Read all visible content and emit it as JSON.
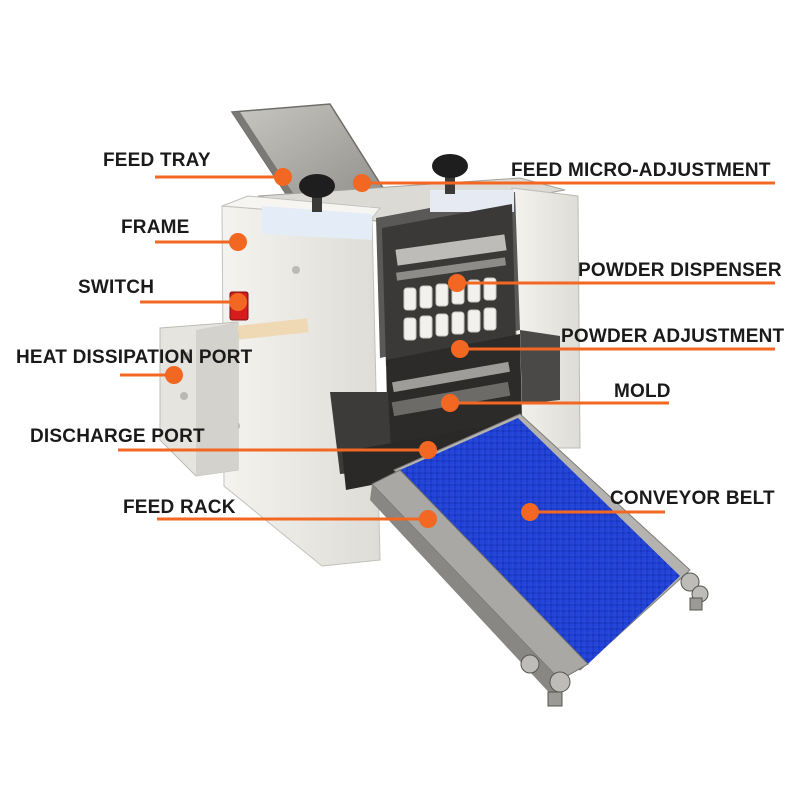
{
  "colors": {
    "accent": "#f26722",
    "belt": "#1d3fd6",
    "frame": "#ecebe6",
    "steel": "#9a9a98",
    "text": "#1a1a1a"
  },
  "callouts": [
    {
      "id": "feed-tray",
      "label": "FEED TRAY"
    },
    {
      "id": "frame",
      "label": "FRAME"
    },
    {
      "id": "switch",
      "label": "SWITCH"
    },
    {
      "id": "heat-dissipation-port",
      "label": "HEAT DISSIPATION PORT"
    },
    {
      "id": "discharge-port",
      "label": "DISCHARGE PORT"
    },
    {
      "id": "feed-rack",
      "label": "FEED RACK"
    },
    {
      "id": "feed-micro-adjustment",
      "label": "FEED MICRO-ADJUSTMENT"
    },
    {
      "id": "powder-dispenser",
      "label": "POWDER DISPENSER"
    },
    {
      "id": "powder-adjustment",
      "label": "POWDER ADJUSTMENT"
    },
    {
      "id": "mold",
      "label": "MOLD"
    },
    {
      "id": "conveyor-belt",
      "label": "CONVEYOR BELT"
    }
  ]
}
